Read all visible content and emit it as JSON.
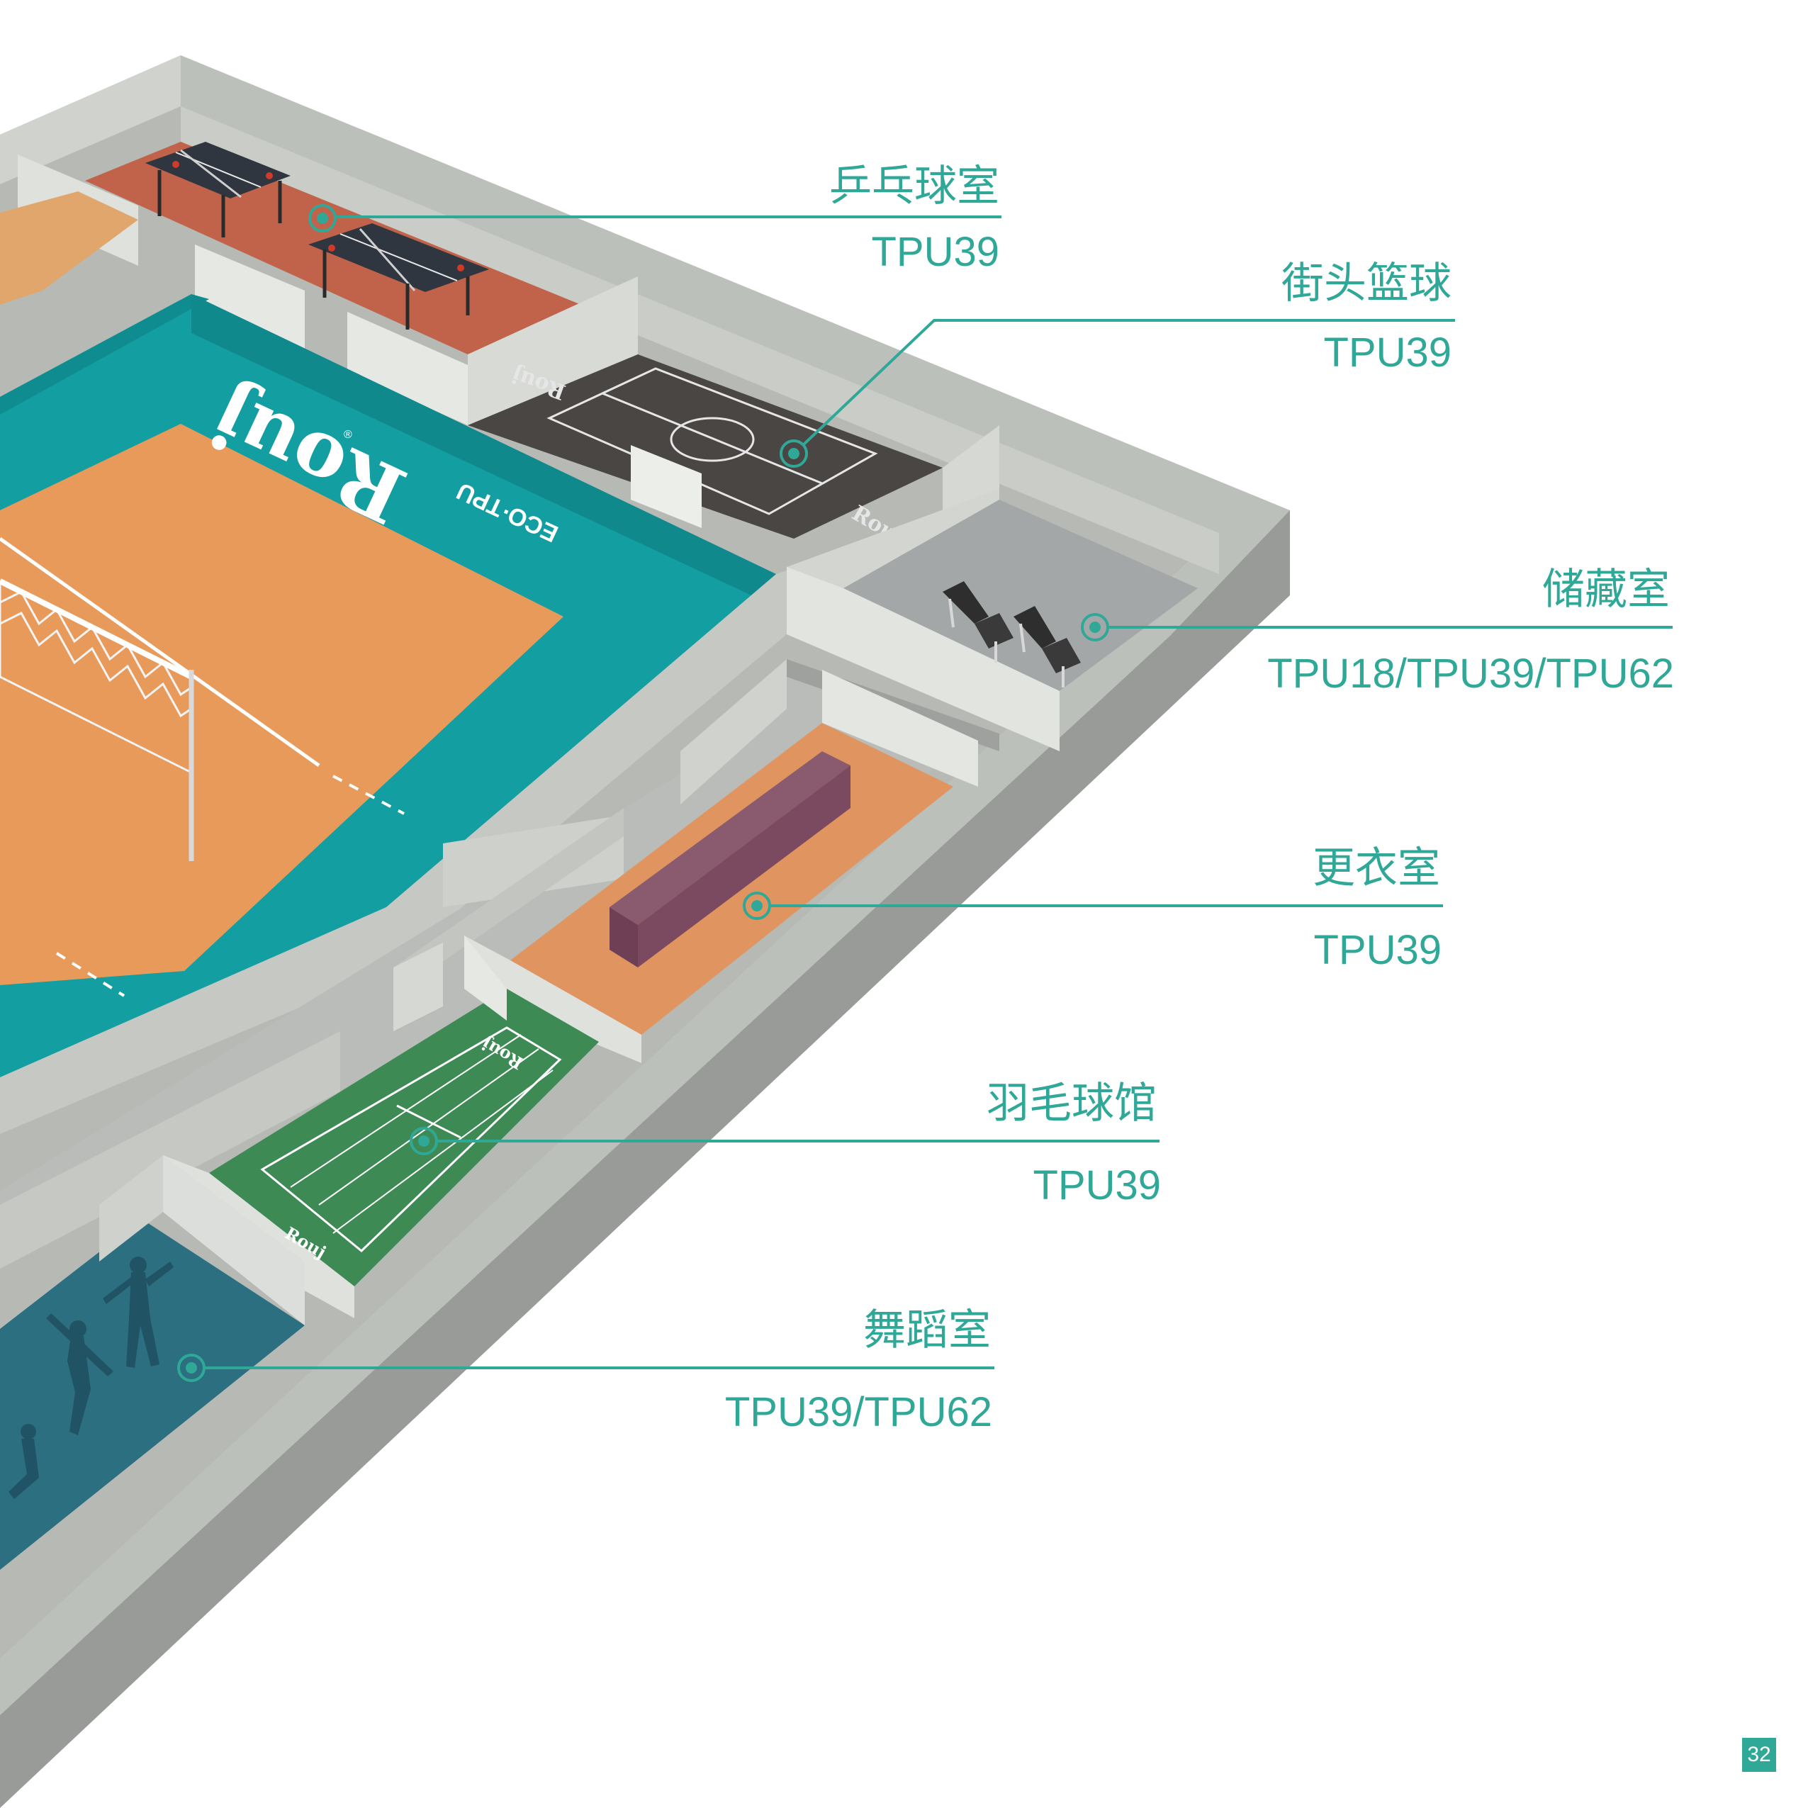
{
  "rooms": [
    {
      "name": "乒乓球室",
      "code": "TPU39"
    },
    {
      "name": "街头篮球",
      "code": "TPU39"
    },
    {
      "name": "储藏室",
      "code": "TPU18/TPU39/TPU62"
    },
    {
      "name": "更衣室",
      "code": "TPU39"
    },
    {
      "name": "羽毛球馆",
      "code": "TPU39"
    },
    {
      "name": "舞蹈室",
      "code": "TPU39/TPU62"
    }
  ],
  "brand": {
    "logo": "Rouj",
    "registered": "®",
    "product_line": "ECO·TPU"
  },
  "page": {
    "number": "32"
  },
  "colors": {
    "accent": "#2fa898",
    "wall_gray": "#a9ada8",
    "court_teal": "#139fa2",
    "court_orange": "#e89a5a",
    "table_tennis_floor": "#c0634a",
    "basketball_floor": "#4a4644",
    "storage_floor": "#a4a7a8",
    "locker_floor": "#e09560",
    "badminton_floor": "#3e8a55",
    "dance_floor": "#2c6f80"
  }
}
